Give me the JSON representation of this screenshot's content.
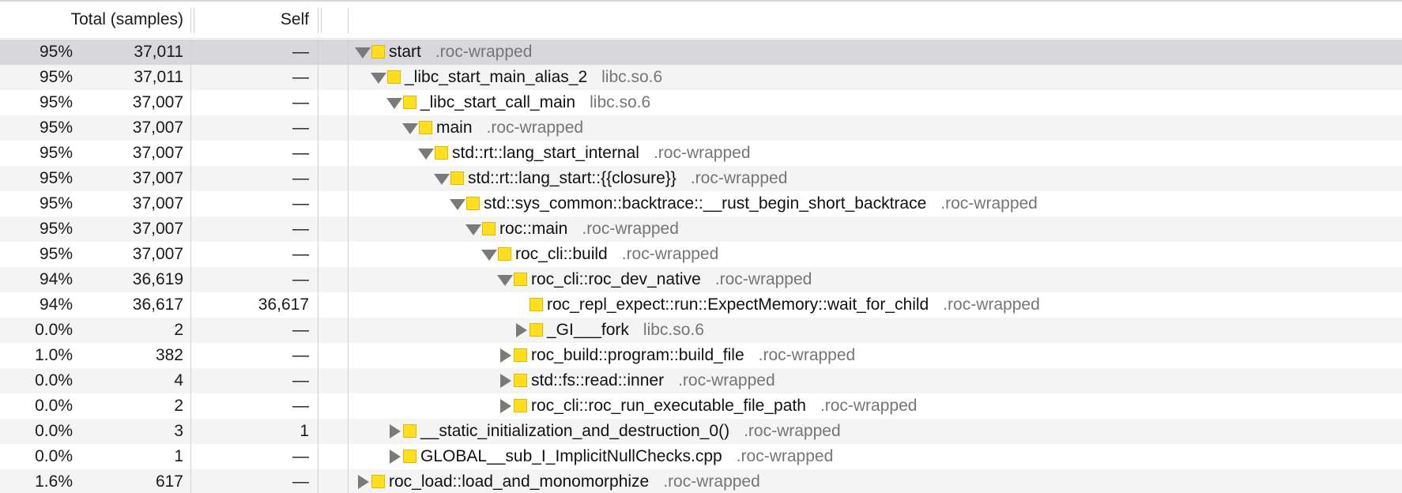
{
  "header": {
    "total_label": "Total (samples)",
    "self_label": "Self"
  },
  "colors": {
    "swatch": "#ffde1f",
    "selected_row": "#d8d8dc",
    "alt_row": "#f4f4f4",
    "library_text": "#757575"
  },
  "rows": [
    {
      "percent": "95%",
      "total": "37,011",
      "self": "—",
      "depth": 0,
      "state": "expanded",
      "name": "start",
      "library": ".roc-wrapped",
      "selected": true
    },
    {
      "percent": "95%",
      "total": "37,011",
      "self": "—",
      "depth": 1,
      "state": "expanded",
      "name": "_libc_start_main_alias_2",
      "library": "libc.so.6"
    },
    {
      "percent": "95%",
      "total": "37,007",
      "self": "—",
      "depth": 2,
      "state": "expanded",
      "name": "_libc_start_call_main",
      "library": "libc.so.6"
    },
    {
      "percent": "95%",
      "total": "37,007",
      "self": "—",
      "depth": 3,
      "state": "expanded",
      "name": "main",
      "library": ".roc-wrapped"
    },
    {
      "percent": "95%",
      "total": "37,007",
      "self": "—",
      "depth": 4,
      "state": "expanded",
      "name": "std::rt::lang_start_internal",
      "library": ".roc-wrapped"
    },
    {
      "percent": "95%",
      "total": "37,007",
      "self": "—",
      "depth": 5,
      "state": "expanded",
      "name": "std::rt::lang_start::{{closure}}",
      "library": ".roc-wrapped"
    },
    {
      "percent": "95%",
      "total": "37,007",
      "self": "—",
      "depth": 6,
      "state": "expanded",
      "name": "std::sys_common::backtrace::__rust_begin_short_backtrace",
      "library": ".roc-wrapped"
    },
    {
      "percent": "95%",
      "total": "37,007",
      "self": "—",
      "depth": 7,
      "state": "expanded",
      "name": "roc::main",
      "library": ".roc-wrapped"
    },
    {
      "percent": "95%",
      "total": "37,007",
      "self": "—",
      "depth": 8,
      "state": "expanded",
      "name": "roc_cli::build",
      "library": ".roc-wrapped"
    },
    {
      "percent": "94%",
      "total": "36,619",
      "self": "—",
      "depth": 9,
      "state": "expanded",
      "name": "roc_cli::roc_dev_native",
      "library": ".roc-wrapped"
    },
    {
      "percent": "94%",
      "total": "36,617",
      "self": "36,617",
      "depth": 10,
      "state": "leaf",
      "name": "roc_repl_expect::run::ExpectMemory::wait_for_child",
      "library": ".roc-wrapped"
    },
    {
      "percent": "0.0%",
      "total": "2",
      "self": "—",
      "depth": 10,
      "state": "collapsed",
      "name": "_GI___fork",
      "library": "libc.so.6"
    },
    {
      "percent": "1.0%",
      "total": "382",
      "self": "—",
      "depth": 9,
      "state": "collapsed",
      "name": "roc_build::program::build_file",
      "library": ".roc-wrapped"
    },
    {
      "percent": "0.0%",
      "total": "4",
      "self": "—",
      "depth": 9,
      "state": "collapsed",
      "name": "std::fs::read::inner",
      "library": ".roc-wrapped"
    },
    {
      "percent": "0.0%",
      "total": "2",
      "self": "—",
      "depth": 9,
      "state": "collapsed",
      "name": "roc_cli::roc_run_executable_file_path",
      "library": ".roc-wrapped"
    },
    {
      "percent": "0.0%",
      "total": "3",
      "self": "1",
      "depth": 2,
      "state": "collapsed",
      "name": "__static_initialization_and_destruction_0()",
      "library": ".roc-wrapped"
    },
    {
      "percent": "0.0%",
      "total": "1",
      "self": "—",
      "depth": 2,
      "state": "collapsed",
      "name": "GLOBAL__sub_I_ImplicitNullChecks.cpp",
      "library": ".roc-wrapped"
    },
    {
      "percent": "1.6%",
      "total": "617",
      "self": "—",
      "depth": 0,
      "state": "collapsed",
      "name": "roc_load::load_and_monomorphize",
      "library": ".roc-wrapped"
    }
  ]
}
